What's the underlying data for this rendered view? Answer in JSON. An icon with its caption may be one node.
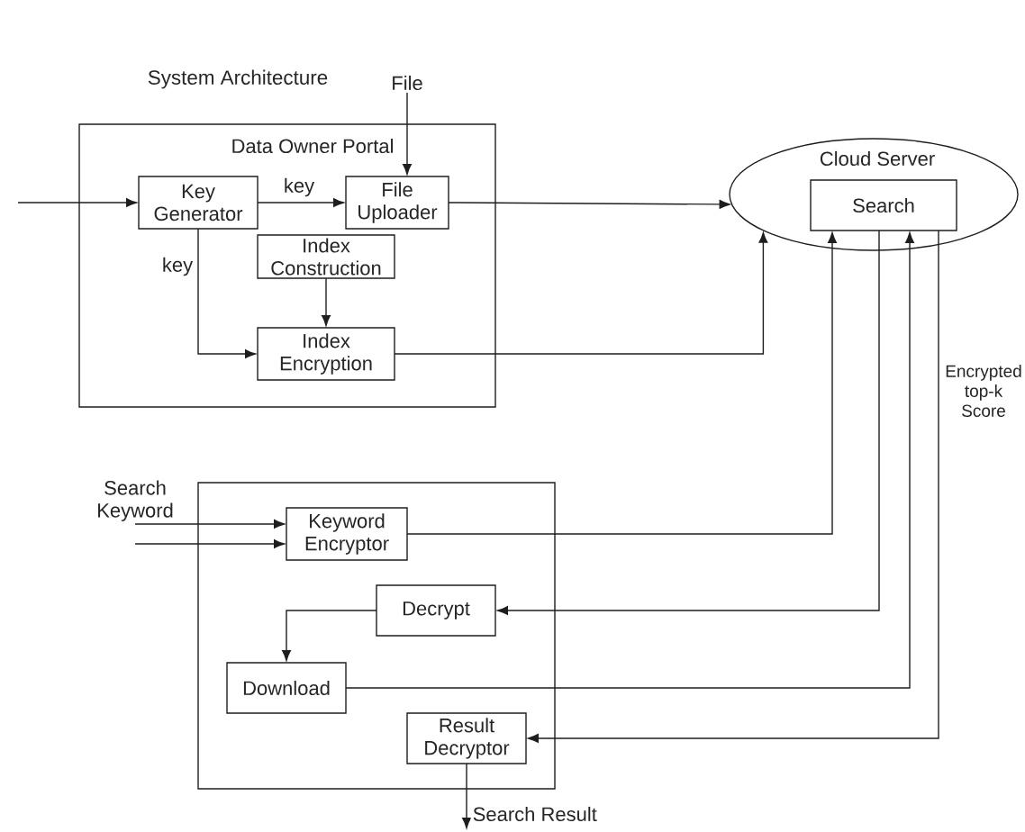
{
  "diagram": {
    "title": "System Architecture",
    "nodes": [
      {
        "text": [
          "File"
        ]
      },
      {
        "text": [
          "Data Owner Portal"
        ]
      },
      {
        "text": [
          "Key Generator"
        ],
        "in": 1
      },
      {
        "text": [
          "File Uploader"
        ],
        "in": 1
      },
      {
        "text": [
          "Index Construction"
        ],
        "in": 1
      },
      {
        "text": [
          "Index Encryption"
        ],
        "in": 1
      },
      {
        "text": [
          "Cloud Server"
        ]
      },
      {
        "text": [
          "Search"
        ],
        "in": 6
      },
      {
        "text": [
          "Search Keyword"
        ]
      },
      {
        "text": [],
        "shape": "box"
      },
      {
        "text": [
          "Keyword Encryptor"
        ],
        "in": 9
      },
      {
        "text": [
          "Decrypt"
        ],
        "in": 9
      },
      {
        "text": [
          "Download"
        ],
        "in": 9
      },
      {
        "text": [
          "Result Decryptor"
        ],
        "in": 9
      }
    ],
    "edges": [
      {
        "from": null,
        "to": 2,
        "arrow": "to"
      },
      {
        "from": 2,
        "to": 3,
        "arrow": "to",
        "label": "key"
      },
      {
        "from": 0,
        "to": 3,
        "arrow": "to"
      },
      {
        "from": 2,
        "to": 5,
        "arrow": "to",
        "label": "key"
      },
      {
        "from": 4,
        "to": 5,
        "arrow": "to"
      },
      {
        "from": 3,
        "to": 6,
        "arrow": "to"
      },
      {
        "from": 5,
        "to": 6,
        "arrow": "to"
      },
      {
        "from": 8,
        "to": 10,
        "arrow": "to"
      },
      {
        "from": 8,
        "to": 10,
        "arrow": "to"
      },
      {
        "from": 10,
        "to": 7,
        "arrow": "to"
      },
      {
        "from": 7,
        "to": 11,
        "arrow": "to"
      },
      {
        "from": 11,
        "to": 12,
        "arrow": "to"
      },
      {
        "from": 12,
        "to": 7,
        "arrow": "to"
      },
      {
        "from": 7,
        "to": 13,
        "arrow": "to",
        "label": "Encrypted top-k Score"
      },
      {
        "from": 13,
        "to": null,
        "arrow": "to",
        "label": "Search Result"
      }
    ]
  }
}
